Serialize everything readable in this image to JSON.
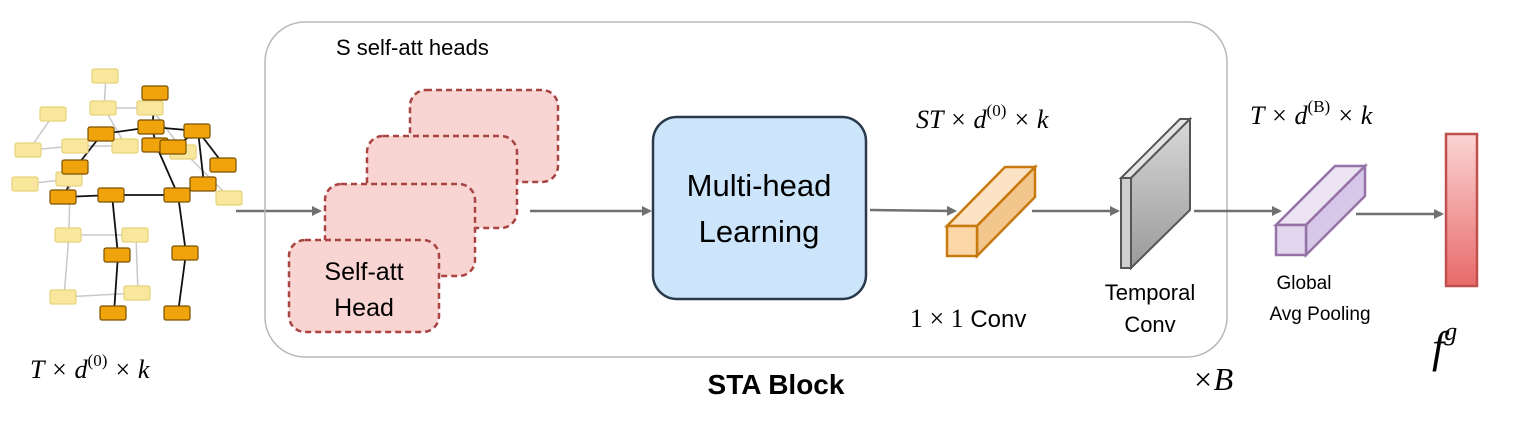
{
  "labels": {
    "input_dims": "T × d",
    "input_dims_sup": "(0)",
    "input_dims_tail": " × k",
    "heads_caption": "S self-att heads",
    "head_label_line1": "Self-att",
    "head_label_line2": "Head",
    "multihead_line1": "Multi-head",
    "multihead_line2": "Learning",
    "conv_dims": "ST × d",
    "conv_dims_sup": "(0)",
    "conv_dims_tail": " × k",
    "conv1x1_math": "1 × 1",
    "conv1x1_text": " Conv",
    "temporal_line1": "Temporal",
    "temporal_line2": "Conv",
    "block_title": "STA Block",
    "repeat": "×B",
    "output_dims": "T × d",
    "output_dims_sup": "(B)",
    "output_dims_tail": " × k",
    "gap_line1": "Global",
    "gap_line2": "Avg Pooling",
    "feature": "f",
    "feature_sup": "g"
  },
  "colors": {
    "block_border": "#b8b8b8",
    "head_fill": "#f8d5d2",
    "head_border": "#a94442",
    "multihead_fill": "#cce5fb",
    "multihead_border": "#2b3a4a",
    "conv_fill": "#fbd7a8",
    "conv_border": "#c87a10",
    "temporal_fill": "#b9b9b9",
    "gap_fill": "#e2d6ee",
    "gap_border": "#9673a6",
    "feature_fill": "#f08a8a",
    "feature_border": "#c0504d",
    "arrow": "#707070",
    "graph_node_active": "#f0a30a",
    "graph_node_faded": "#fae79e"
  }
}
